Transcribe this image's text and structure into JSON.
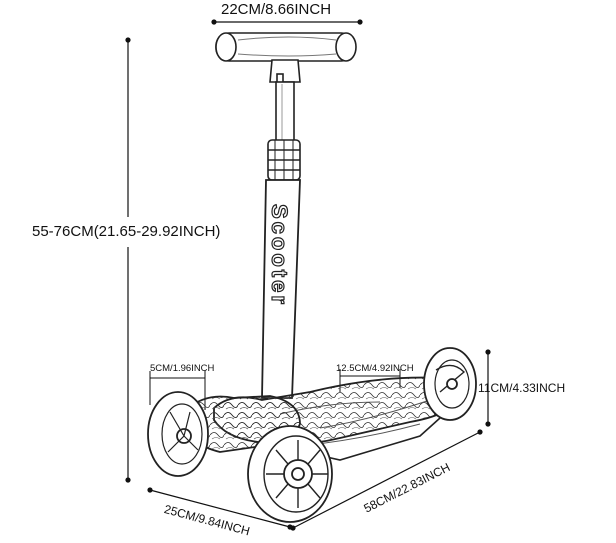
{
  "dimensions": {
    "handlebar_width": "22CM/8.66INCH",
    "height_range": "55-76CM(21.65-29.92INCH)",
    "front_wheel_width": "5CM/1.96INCH",
    "rear_wheel_width": "12.5CM/4.92INCH",
    "deck_clearance": "11CM/4.33INCH",
    "front_track_width": "25CM/9.84INCH",
    "deck_length": "58CM/22.83INCH"
  },
  "scooter_text": "Scooter"
}
